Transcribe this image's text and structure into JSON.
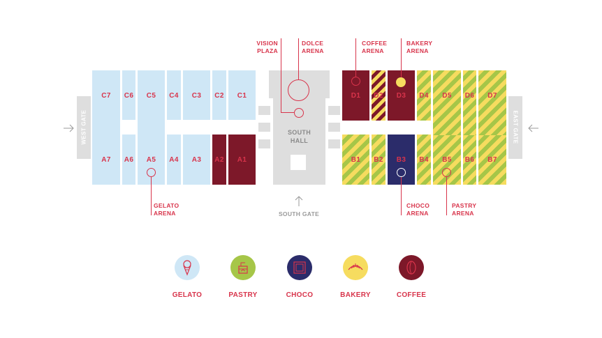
{
  "halls": {
    "C7": "C7",
    "C6": "C6",
    "C5": "C5",
    "C4": "C4",
    "C3": "C3",
    "C2": "C2",
    "C1": "C1",
    "A7": "A7",
    "A6": "A6",
    "A5": "A5",
    "A4": "A4",
    "A3": "A3",
    "A2": "A2",
    "A1": "A1",
    "D1": "D1",
    "D2": "D2",
    "D3": "D3",
    "D4": "D4",
    "D5": "D5",
    "D6": "D6",
    "D7": "D7",
    "B1": "B1",
    "B2": "B2",
    "B3": "B3",
    "B4": "B4",
    "B5": "B5",
    "B6": "B6",
    "B7": "B7"
  },
  "south_hall": {
    "line1": "SOUTH",
    "line2": "HALL"
  },
  "gates": {
    "west": "WEST GATE",
    "east": "EAST GATE",
    "south": "SOUTH GATE"
  },
  "arenas": {
    "vision": {
      "line1": "VISION",
      "line2": "PLAZA"
    },
    "dolce": {
      "line1": "DOLCE",
      "line2": "ARENA"
    },
    "coffee": {
      "line1": "COFFEE",
      "line2": "ARENA"
    },
    "bakery": {
      "line1": "BAKERY",
      "line2": "ARENA"
    },
    "gelato": {
      "line1": "GELATO",
      "line2": "ARENA"
    },
    "choco": {
      "line1": "CHOCO",
      "line2": "ARENA"
    },
    "pastry": {
      "line1": "PASTRY",
      "line2": "ARENA"
    }
  },
  "legend": [
    {
      "label": "GELATO",
      "color": "#cfe7f6",
      "icon": "ice-cream-icon"
    },
    {
      "label": "PASTRY",
      "color": "#a6c648",
      "icon": "cake-icon"
    },
    {
      "label": "CHOCO",
      "color": "#2b2c6a",
      "icon": "chocolate-icon"
    },
    {
      "label": "BAKERY",
      "color": "#f6dc5f",
      "icon": "croissant-icon"
    },
    {
      "label": "COFFEE",
      "color": "#7d1829",
      "icon": "coffee-bean-icon"
    }
  ],
  "colors": {
    "accent": "#d8344b",
    "gelato": "#cfe7f6",
    "pastry": "#a6c648",
    "choco": "#2b2c6a",
    "bakery": "#f6dc5f",
    "coffee": "#7d1829",
    "neutral": "#dedede"
  }
}
